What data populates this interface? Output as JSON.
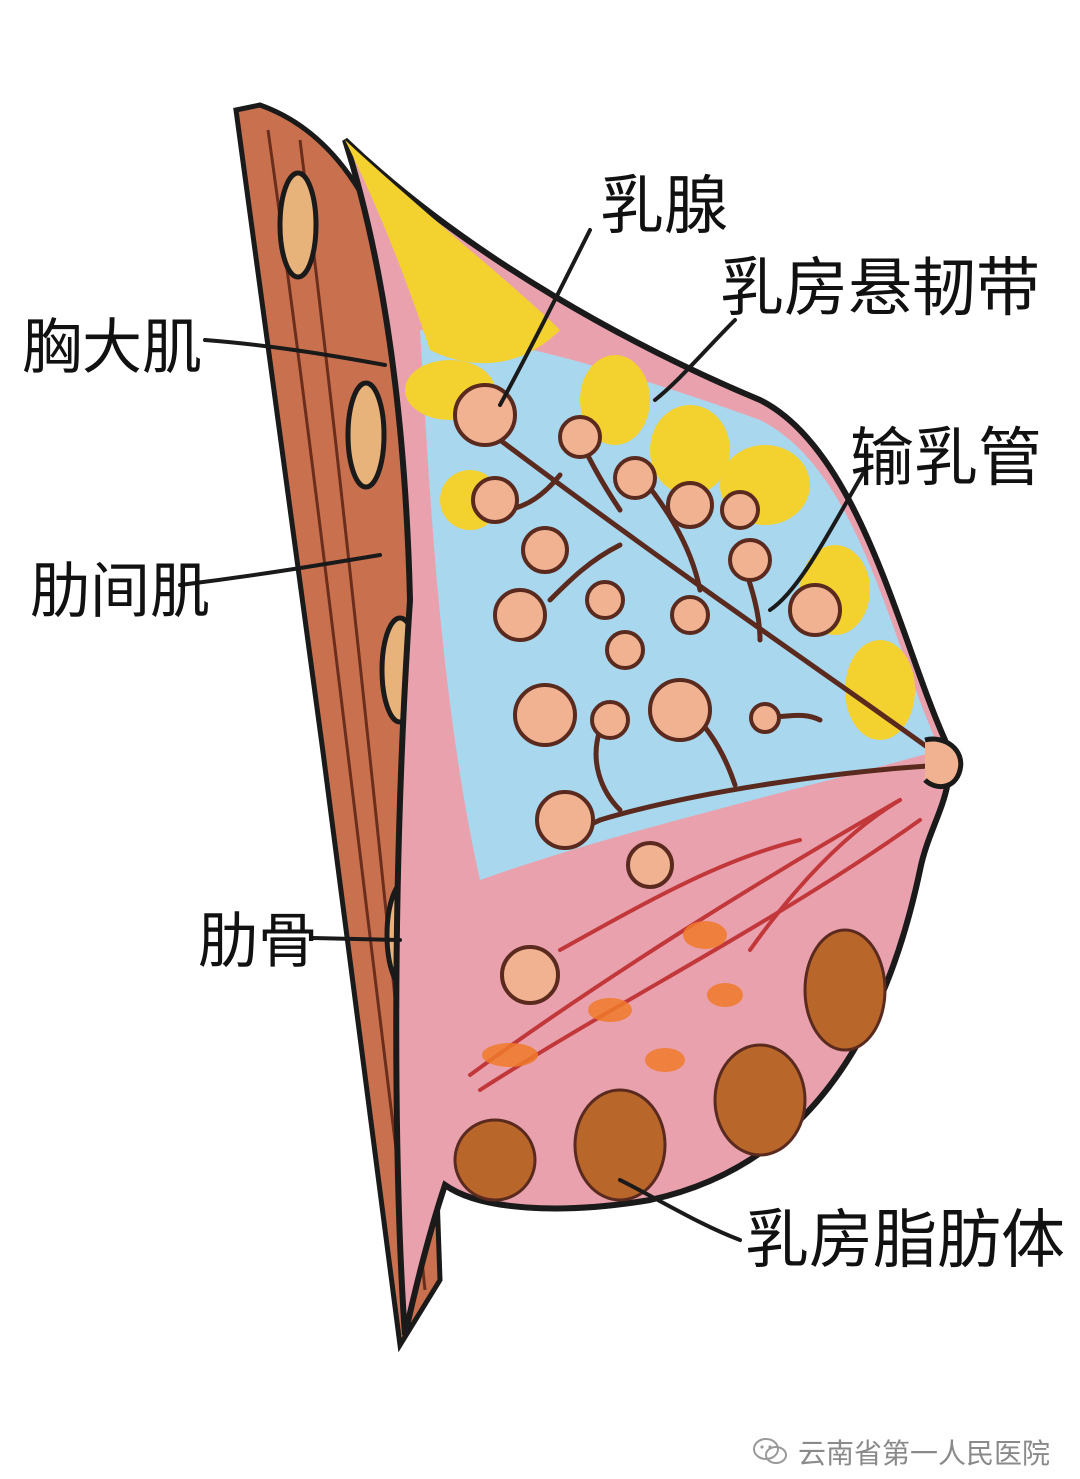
{
  "labels": {
    "mammary_gland": "乳腺",
    "suspensory_ligament": "乳房悬韧带",
    "lactiferous_duct": "输乳管",
    "pectoralis_major": "胸大肌",
    "intercostal_muscle": "肋间肌",
    "rib": "肋骨",
    "breast_fat": "乳房脂肪体"
  },
  "watermark": {
    "text": "云南省第一人民医院",
    "icon": "wechat-icon"
  },
  "colors": {
    "muscle": "#c9714f",
    "fat_yellow": "#f3d12f",
    "gland_blue": "#a9d7ee",
    "lower_pink": "#e9a2ad",
    "lobule": "#f1b291",
    "fat_brown": "#b8662a",
    "outline": "#1a1a1a"
  }
}
